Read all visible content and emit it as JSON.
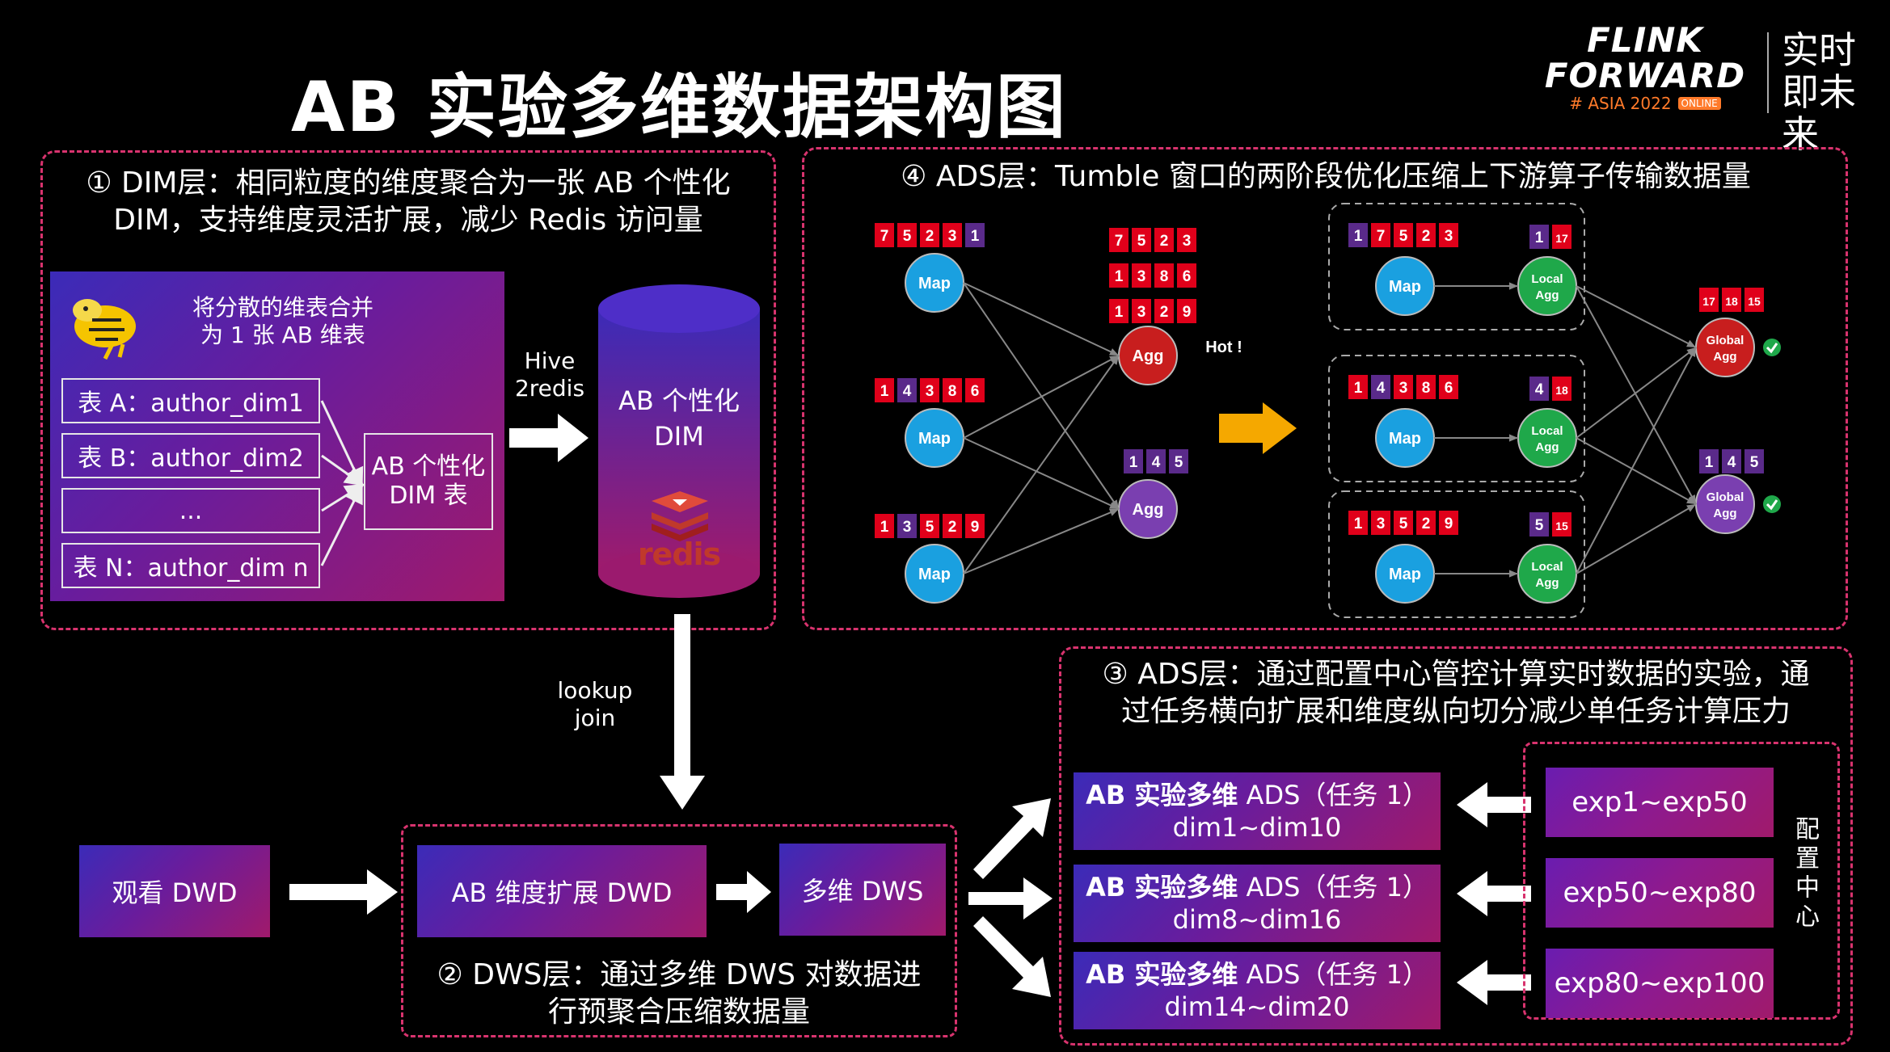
{
  "title": "AB 实验多维数据架构图",
  "brand": {
    "line1": "FLINK",
    "line2": "FORWARD",
    "line3": "# ASIA 2022",
    "badge": "ONLINE",
    "side": "实时即未来"
  },
  "dim_section": {
    "title_line1": "① DIM层：相同粒度的维度聚合为一张 AB 个性化",
    "title_line2": "DIM，支持维度灵活扩展，减少 Redis 访问量",
    "merge_label_line1": "将分散的维表合并",
    "merge_label_line2": "为 1 张 AB 维表",
    "tables": [
      "表 A：author_dim1",
      "表 B：author_dim2",
      "...",
      "表 N：author_dim n"
    ],
    "result_table_line1": "AB 个性化",
    "result_table_line2": "DIM 表",
    "hive_label_line1": "Hive",
    "hive_label_line2": "2redis",
    "redis_db_line1": "AB 个性化",
    "redis_db_line2": "DIM",
    "redis_logo": "redis"
  },
  "lookup_label_line1": "lookup",
  "lookup_label_line2": "join",
  "ads4": {
    "title": "④ ADS层：Tumble 窗口的两阶段优化压缩上下游算子传输数据量",
    "hot_label": "Hot !",
    "left": {
      "maps": [
        {
          "label": "Map",
          "nums": [
            "7",
            "5",
            "2",
            "3",
            "1"
          ]
        },
        {
          "label": "Map",
          "nums": [
            "1",
            "4",
            "3",
            "8",
            "6"
          ]
        },
        {
          "label": "Map",
          "nums": [
            "1",
            "3",
            "5",
            "2",
            "9"
          ]
        }
      ],
      "agg_hot": {
        "label": "Agg",
        "rows": [
          [
            "7",
            "5",
            "2",
            "3"
          ],
          [
            "1",
            "3",
            "8",
            "6"
          ],
          [
            "1",
            "3",
            "2",
            "9"
          ]
        ]
      },
      "agg_ok": {
        "label": "Agg",
        "nums": [
          "1",
          "4",
          "5"
        ]
      }
    },
    "right": {
      "maps": [
        {
          "label": "Map",
          "nums": [
            "1",
            "7",
            "5",
            "2",
            "3"
          ],
          "local": "Local Agg",
          "local_nums": [
            "1",
            "17"
          ]
        },
        {
          "label": "Map",
          "nums": [
            "1",
            "4",
            "3",
            "8",
            "6"
          ],
          "local": "Local Agg",
          "local_nums": [
            "4",
            "18"
          ]
        },
        {
          "label": "Map",
          "nums": [
            "1",
            "3",
            "5",
            "2",
            "9"
          ],
          "local": "Local Agg",
          "local_nums": [
            "5",
            "15"
          ]
        }
      ],
      "global1": {
        "label": "Global Agg",
        "nums": [
          "17",
          "18",
          "15"
        ]
      },
      "global2": {
        "label": "Global Agg",
        "nums": [
          "1",
          "4",
          "5"
        ]
      }
    }
  },
  "ads3": {
    "title_line1": "③ ADS层：通过配置中心管控计算实时数据的实验，通",
    "title_line2": "过任务横向扩展和维度纵向切分减少单任务计算压力",
    "tasks": [
      {
        "bold": "AB 实验多维",
        "rest": " ADS（任务 1）",
        "dims": "dim1~dim10"
      },
      {
        "bold": "AB 实验多维",
        "rest": " ADS（任务 1）",
        "dims": "dim8~dim16"
      },
      {
        "bold": "AB 实验多维",
        "rest": " ADS（任务 1）",
        "dims": "dim14~dim20"
      }
    ],
    "exps": [
      "exp1~exp50",
      "exp50~exp80",
      "exp80~exp100"
    ],
    "config_center": "配置中心"
  },
  "dws": {
    "watch_dwd": "观看 DWD",
    "ab_dwd": "AB 维度扩展 DWD",
    "multi_dws": "多维 DWS",
    "title_line1": "② DWS层：通过多维 DWS 对数据进",
    "title_line2": "行预聚合压缩数据量"
  },
  "colors": {
    "accent_dash": "#d8336e",
    "map_node": "#1aa0e0",
    "agg_hot": "#c81e1e",
    "agg_ok": "#7a3fb0",
    "local_agg": "#1fa84a",
    "global_agg": "#c81e1e",
    "num_red": "#e0001a",
    "num_purple": "#5a2a8a"
  }
}
